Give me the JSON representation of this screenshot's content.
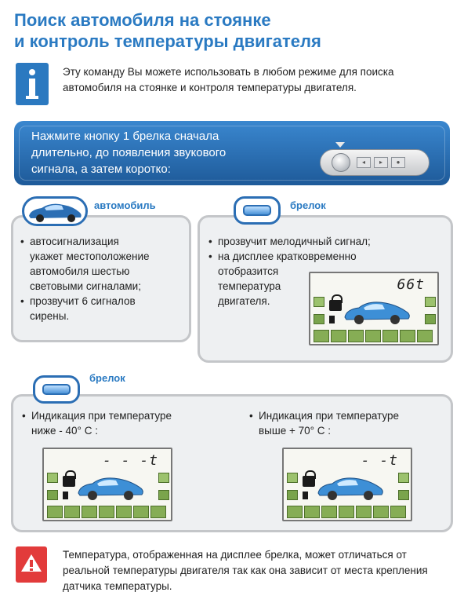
{
  "title": {
    "line1": "Поиск автомобиля на стоянке",
    "line2": "и контроль температуры двигателя"
  },
  "info": {
    "text": "Эту команду Вы можете использовать в любом режиме для поиска автомобиля на стоянке и контроля температуры двигателя."
  },
  "banner": {
    "line1": "Нажмите кнопку 1 брелка сначала",
    "line2": "длительно, до появления звукового",
    "line3": "сигнала,  а затем коротко:"
  },
  "car_panel": {
    "label": "автомобиль",
    "bullet1_line1": "автосигнализация",
    "bullet1_line2": "укажет местоположение",
    "bullet1_line3": "автомобиля шестью",
    "bullet1_line4": "световыми сигналами;",
    "bullet2_line1": "прозвучит 6 сигналов",
    "bullet2_line2": "сирены."
  },
  "fob_panel": {
    "label": "брелок",
    "bullet1": "прозвучит мелодичный  сигнал;",
    "bullet2_line1": "на дисплее кратковременно",
    "bullet2_line2": "отобразится",
    "bullet2_line3": "температура",
    "bullet2_line4": "двигателя.",
    "lcd_reading": "66t"
  },
  "fob_panel2": {
    "label": "брелок",
    "left_line1": "Индикация при температуре",
    "left_line2": "ниже  - 40° С :",
    "left_lcd": "- - -t",
    "right_line1": "Индикация при температуре",
    "right_line2": "выше + 70° С :",
    "right_lcd": "- -t"
  },
  "warning": {
    "text": "Температура, отображенная на дисплее брелка, может отличаться от реальной температуры двигателя так как она зависит от места крепления датчика температуры."
  },
  "colors": {
    "title_blue": "#2a7ac2",
    "banner_blue": "#1e5a99",
    "panel_bg": "#eef0f2",
    "warning_red": "#e23b3b"
  },
  "icons": [
    "info-icon",
    "car-icon",
    "key-fob-icon",
    "warning-icon"
  ]
}
